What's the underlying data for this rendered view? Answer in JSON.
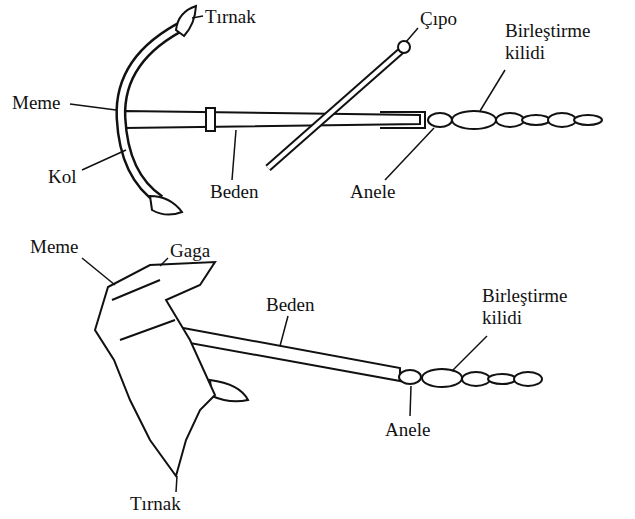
{
  "diagram": {
    "labels": [
      "Tırnak",
      "Çıpo",
      "Birleştirme kilidi",
      "Meme",
      "Kol",
      "Beden",
      "Anele",
      "Meme",
      "Gaga",
      "Birleştirme kilidi",
      "Beden",
      "Anele",
      "Tırnak"
    ]
  }
}
